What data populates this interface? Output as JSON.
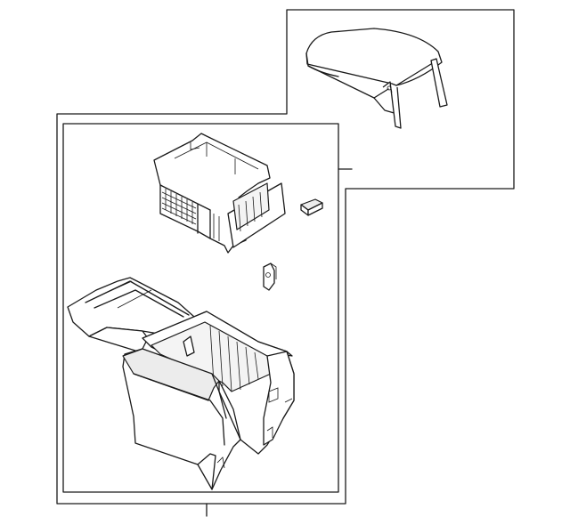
{
  "diagram": {
    "type": "exploded-parts-diagram",
    "parts": [
      "armrest-lid",
      "storage-bin-insert",
      "small-clip",
      "bracket-clip",
      "console-base"
    ],
    "colors": {
      "line": "#1a1a1a",
      "background": "#ffffff",
      "panel": "#f0f0f0"
    }
  }
}
